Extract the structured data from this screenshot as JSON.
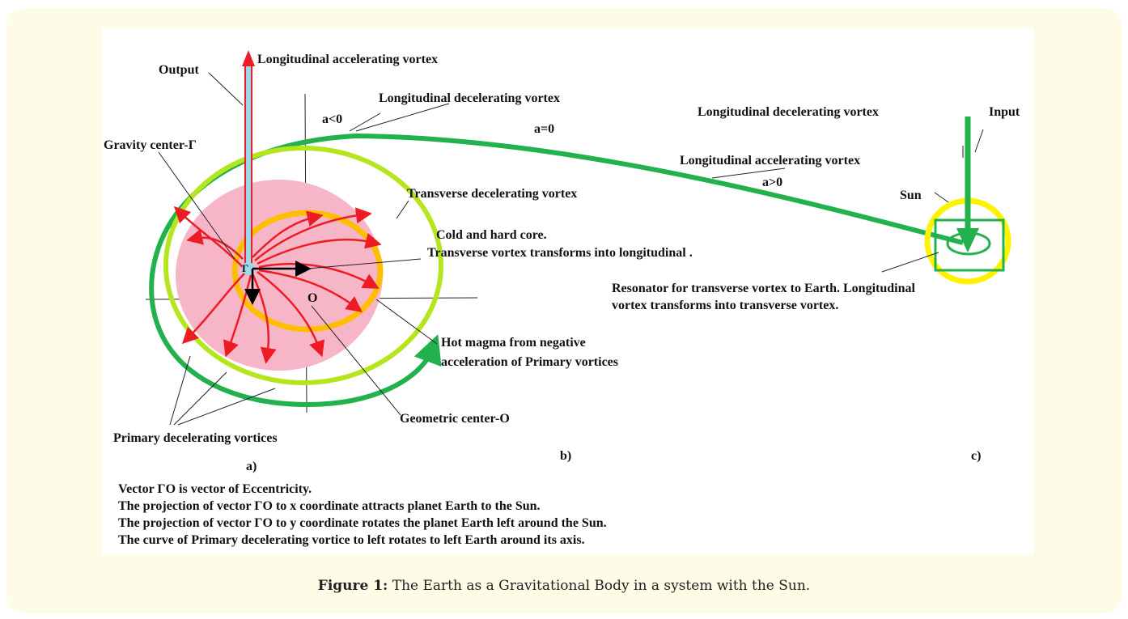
{
  "labels": {
    "output": "Output",
    "longitudinal_accelerating_top": "Longitudinal accelerating vortex",
    "longitudinal_decelerating_top": "Longitudinal decelerating vortex",
    "a_less": "a<0",
    "a_zero": "a=0",
    "gravity_center": "Gravity center-Γ",
    "longitudinal_decelerating_right": "Longitudinal decelerating vortex",
    "input": "Input",
    "longitudinal_accelerating_mid": "Longitudinal accelerating vortex",
    "a_greater": "a>0",
    "transverse_decelerating": "Transverse decelerating vortex",
    "sun": "Sun",
    "cold_core_1": "Cold and hard core.",
    "cold_core_2": "Transverse vortex transforms into longitudinal .",
    "resonator_1": "Resonator for transverse vortex to Earth. Longitudinal",
    "resonator_2": "vortex transforms into transverse vortex.",
    "gamma": "Γ",
    "o_point": "O",
    "hot_magma_1": "Hot magma from negative",
    "hot_magma_2": "acceleration of Primary vortices",
    "geometric_center": "Geometric center-O",
    "primary_vortices": "Primary decelerating vortices",
    "panel_a": "a)",
    "panel_b": "b)",
    "panel_c": "c)"
  },
  "notes": [
    "Vector ΓO is vector of Eccentricity.",
    "The projection of vector ΓO  to x coordinate attracts  planet Earth to the Sun.",
    "The projection of vector  ΓO to y coordinate rotates the planet Earth left around the Sun.",
    "The curve of Primary decelerating vortice to left rotates to left Earth around its axis."
  ],
  "caption": {
    "label": "Figure 1:",
    "text": " The Earth as a Gravitational Body in a system with the Sun."
  },
  "colors": {
    "pink_body": "#f7b6c8",
    "orange_core": "#ffbf00",
    "light_green": "#b5e61d",
    "dark_green": "#22b14c",
    "red_vortex": "#ed1c24",
    "sun_yellow": "#fff200",
    "blue_shaft": "#99d9ea"
  }
}
